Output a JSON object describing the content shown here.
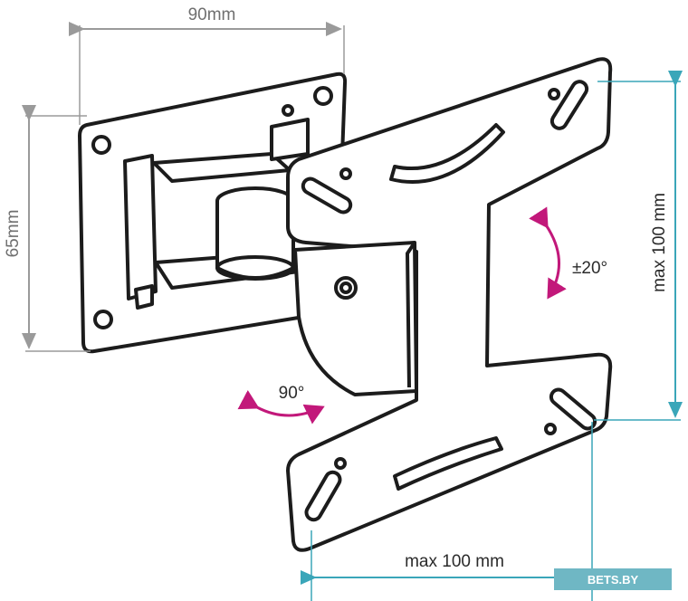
{
  "dimensions": {
    "width_label": "90mm",
    "height_label": "65mm",
    "vesa_vertical_label": "max 100 mm",
    "vesa_horizontal_label": "max 100 mm"
  },
  "rotation": {
    "tilt_label": "±20°",
    "swivel_label": "90°"
  },
  "watermark": {
    "text": "BETS.BY"
  },
  "colors": {
    "outline": "#1c1c1c",
    "dimension_grey": "#9a9a9a",
    "dimension_teal": "#3aa6b9",
    "rotation_magenta": "#c2187a",
    "watermark_bg": "#6fb7c4"
  }
}
